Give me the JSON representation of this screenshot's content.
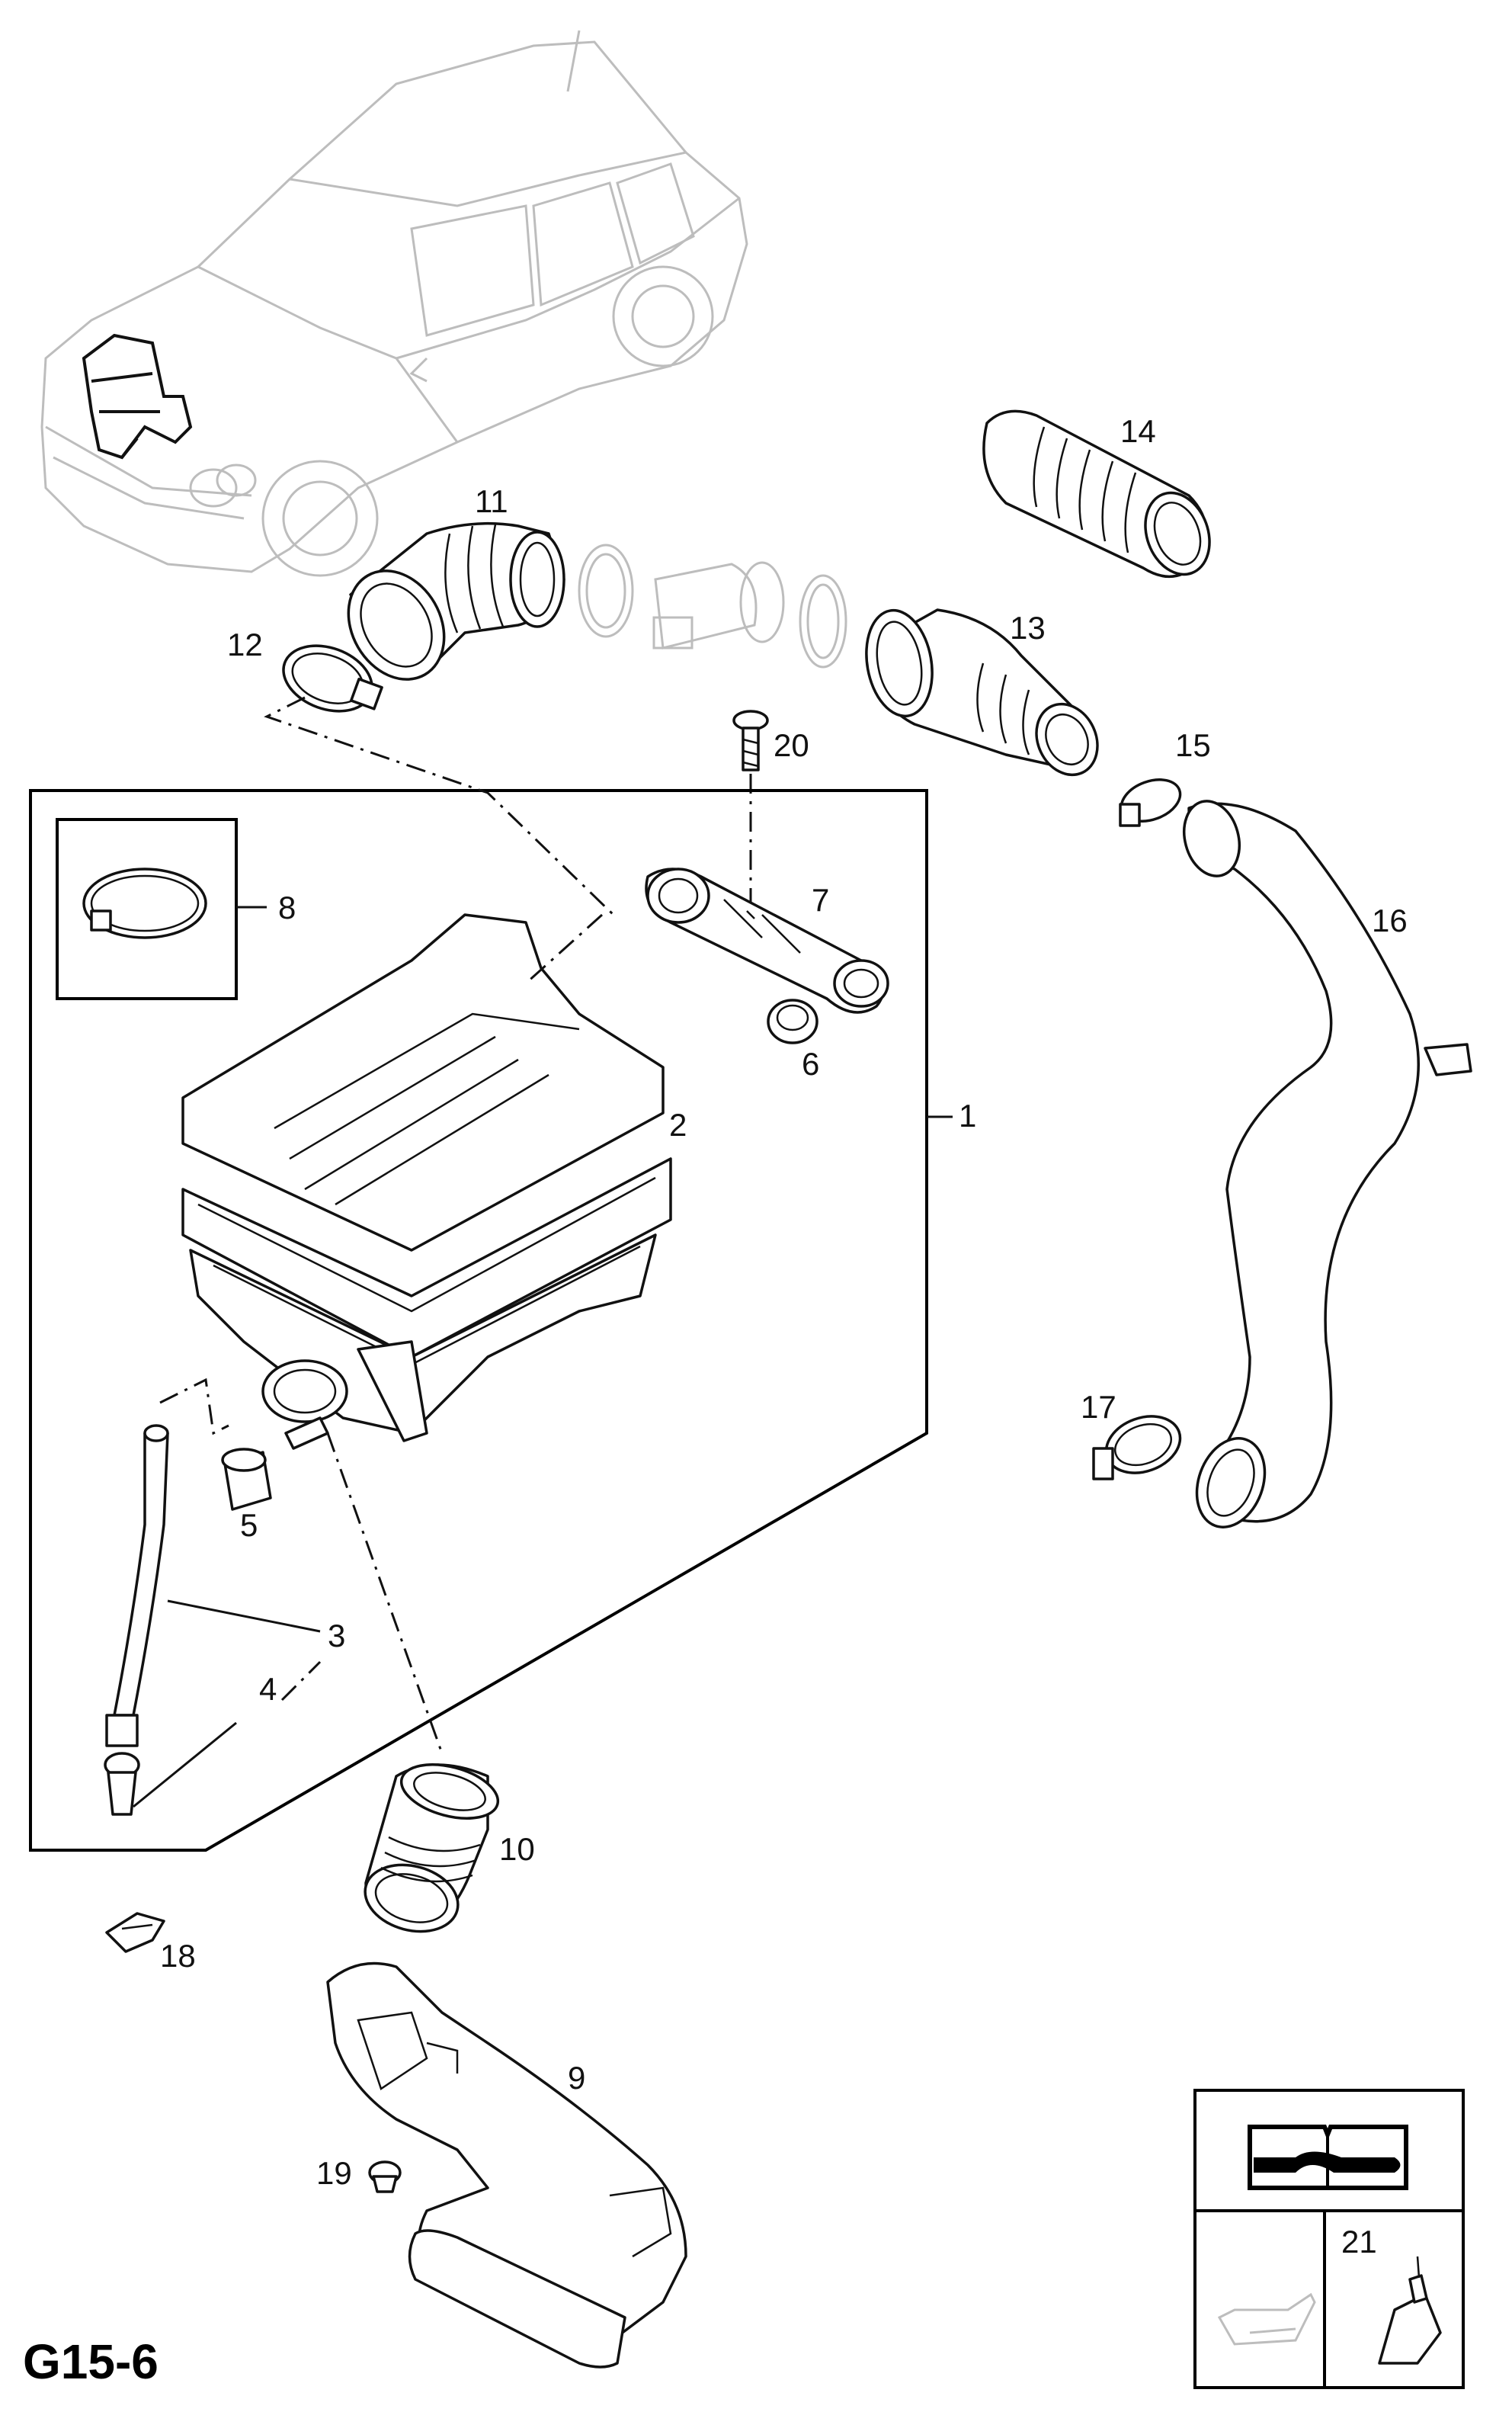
{
  "diagram_code": "G15-6",
  "callouts": [
    "1",
    "2",
    "3",
    "4",
    "5",
    "6",
    "7",
    "8",
    "9",
    "10",
    "11",
    "12",
    "13",
    "14",
    "15",
    "16",
    "17",
    "18",
    "19",
    "20",
    "21"
  ],
  "icons": {
    "manual": "service-manual-icon",
    "oil": "oil-can-icon",
    "adhesive": "adhesive-tube-icon"
  }
}
